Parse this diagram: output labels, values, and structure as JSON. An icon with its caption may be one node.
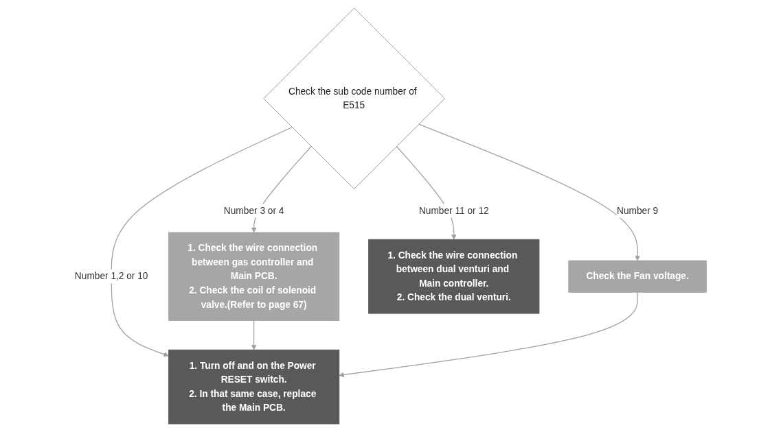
{
  "diagram": {
    "nodes": [
      {
        "text": [
          "Check the sub code number of E515"
        ]
      },
      {
        "text": [
          "1. Check the wire connection between gas controller and Main PCB.",
          "2. Check the coil of solenoid valve.(Refer to page 67)"
        ]
      },
      {
        "text": [
          "Check the Fan voltage."
        ]
      },
      {
        "text": [
          "1. Check the wire connection between dual venturi and Main controller.",
          "2. Check the dual venturi."
        ]
      },
      {
        "text": [
          "1. Turn off and on the Power RESET switch.",
          "2. In that same case, replace the Main PCB."
        ]
      }
    ],
    "edges": [
      {
        "from": 0,
        "to": 4,
        "arrow": "to",
        "label": "Number 1,2 or 10"
      },
      {
        "from": 0,
        "to": 1,
        "arrow": "to",
        "label": "Number 3 or 4"
      },
      {
        "from": 0,
        "to": 2,
        "arrow": "to",
        "label": "Number 9"
      },
      {
        "from": 0,
        "to": 3,
        "arrow": "to",
        "label": "Number 11 or 12"
      },
      {
        "from": 1,
        "to": 4,
        "arrow": "to"
      },
      {
        "from": 2,
        "to": 4,
        "arrow": "to"
      }
    ]
  }
}
